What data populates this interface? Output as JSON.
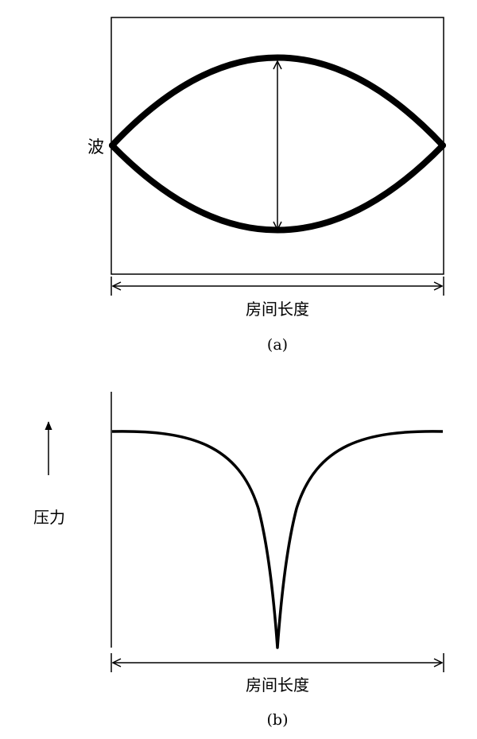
{
  "panel_a": {
    "wave_label": "波",
    "length_label": "房间长度",
    "caption": "(a)"
  },
  "panel_b": {
    "pressure_label": "压力",
    "length_label": "房间长度",
    "caption": "(b)"
  },
  "colors": {
    "ink": "#000000",
    "background": "#ffffff"
  }
}
